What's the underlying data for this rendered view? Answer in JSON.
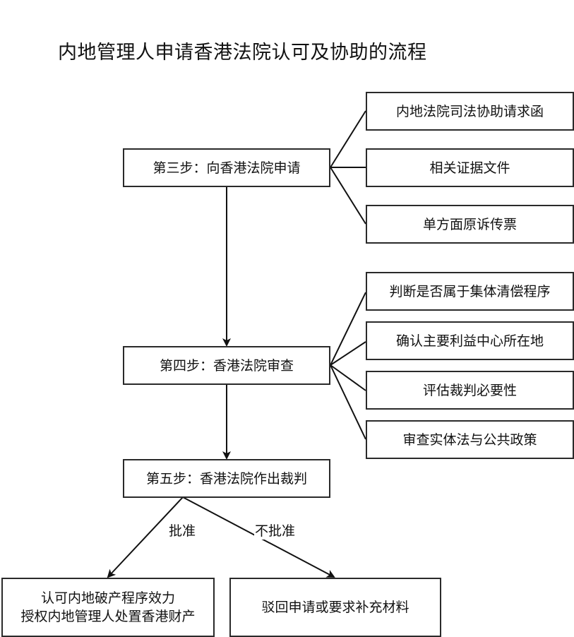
{
  "title": "内地管理人申请香港法院认可及协助的流程",
  "steps": {
    "step3": {
      "label": "第三步：向香港法院申请",
      "items": [
        "内地法院司法协助请求函",
        "相关证据文件",
        "单方面原诉传票"
      ]
    },
    "step4": {
      "label": "第四步：香港法院审查",
      "items": [
        "判断是否属于集体清偿程序",
        "确认主要利益中心所在地",
        "评估裁判必要性",
        "审查实体法与公共政策"
      ]
    },
    "step5": {
      "label": "第五步：香港法院作出裁判"
    }
  },
  "branches": {
    "approve": {
      "label": "批准",
      "outcome_lines": [
        "认可内地破产程序效力",
        "授权内地管理人处置香港财产"
      ]
    },
    "reject": {
      "label": "不批准",
      "outcome": "驳回申请或要求补充材料"
    }
  }
}
